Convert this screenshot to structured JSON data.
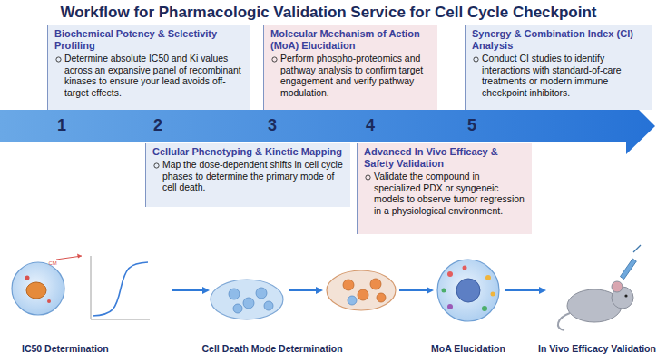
{
  "diagram": {
    "title": "Workflow for Pharmacologic Validation Service for Cell Cycle Checkpoint",
    "nodes": [
      {
        "text": [
          "Biochemical Potency & Selectivity Profiling",
          "Determine absolute IC50 and Ki values across an expansive panel of recombinant kinases to ensure your lead avoids off-target effects."
        ]
      },
      {
        "text": [
          "Cellular Phenotyping & Kinetic Mapping",
          "Map the dose-dependent shifts in cell cycle phases to determine the primary mode of cell death."
        ]
      },
      {
        "text": [
          "Molecular Mechanism of Action (MoA) Elucidation",
          "Perform phospho-proteomics and pathway analysis to confirm target engagement and verify pathway modulation."
        ]
      },
      {
        "text": [
          "Advanced In Vivo Efficacy & Safety Validation",
          "Validate the compound in specialized PDX or syngeneic models to observe tumor regression in a physiological environment."
        ]
      },
      {
        "text": [
          "Synergy & Combination Index (CI) Analysis",
          "Conduct CI studies to identify interactions with standard-of-care treatments or modern immune checkpoint inhibitors."
        ]
      }
    ],
    "labels": [
      "1",
      "2",
      "3",
      "4",
      "5",
      "CM",
      "IC50 Determination",
      "Cell Death Mode Determination",
      "MoA Elucidation",
      "In Vivo Efficacy Validation"
    ]
  }
}
